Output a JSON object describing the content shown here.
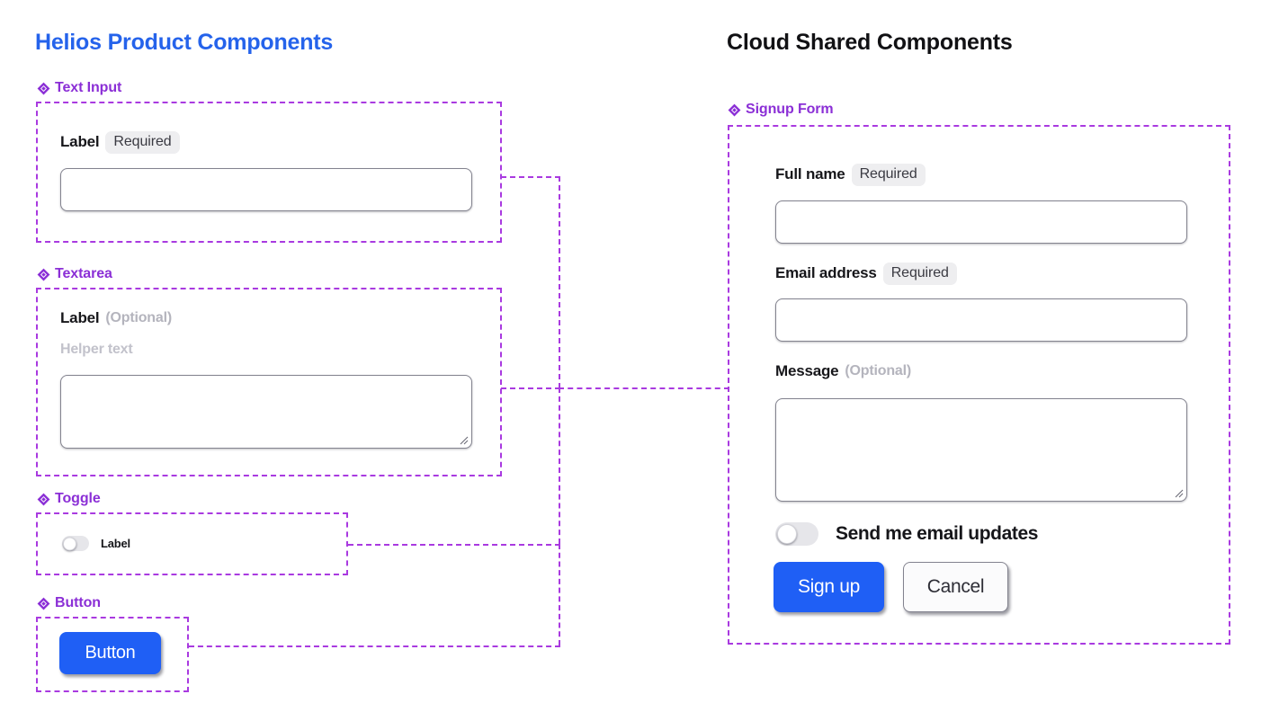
{
  "panels": {
    "left": {
      "title": "Helios Product Components"
    },
    "right": {
      "title": "Cloud Shared Components"
    }
  },
  "sections": {
    "text_input": {
      "label": "Text Input",
      "icon": "diamond-icon",
      "field_label": "Label",
      "badge": "Required",
      "value": "",
      "placeholder": ""
    },
    "textarea": {
      "label": "Textarea",
      "icon": "diamond-icon",
      "field_label": "Label",
      "badge": "(Optional)",
      "helper_text": "Helper text",
      "value": "",
      "placeholder": ""
    },
    "toggle": {
      "label": "Toggle",
      "icon": "diamond-icon",
      "switch_label": "Label",
      "state": "off"
    },
    "button": {
      "label": "Button",
      "icon": "diamond-icon",
      "button_label": "Button"
    }
  },
  "signup_form": {
    "label": "Signup Form",
    "icon": "diamond-icon",
    "fields": [
      {
        "label": "Full name",
        "badge": "Required",
        "badge_style": "pill",
        "value": "",
        "placeholder": ""
      },
      {
        "label": "Email address",
        "badge": "Required",
        "badge_style": "pill",
        "value": "",
        "placeholder": ""
      },
      {
        "label": "Message",
        "badge": "(Optional)",
        "badge_style": "plain",
        "value": "",
        "placeholder": ""
      }
    ],
    "toggle": {
      "label": "Send me email updates",
      "state": "off"
    },
    "actions": {
      "primary": "Sign up",
      "secondary": "Cancel"
    }
  },
  "colors": {
    "brand_blue": "#2563eb",
    "button_blue": "#1f5ff5",
    "accent_purple": "#8b2fd6",
    "dashed_purple": "#a93ae0",
    "heading_dark": "#111114",
    "badge_bg": "#eeeef0",
    "optional_gray": "#b4b4bd",
    "helper_gray": "#c2c2cb",
    "input_border": "#83838f",
    "toggle_track": "#e6e6ea",
    "page_bg": "#ffffff"
  }
}
